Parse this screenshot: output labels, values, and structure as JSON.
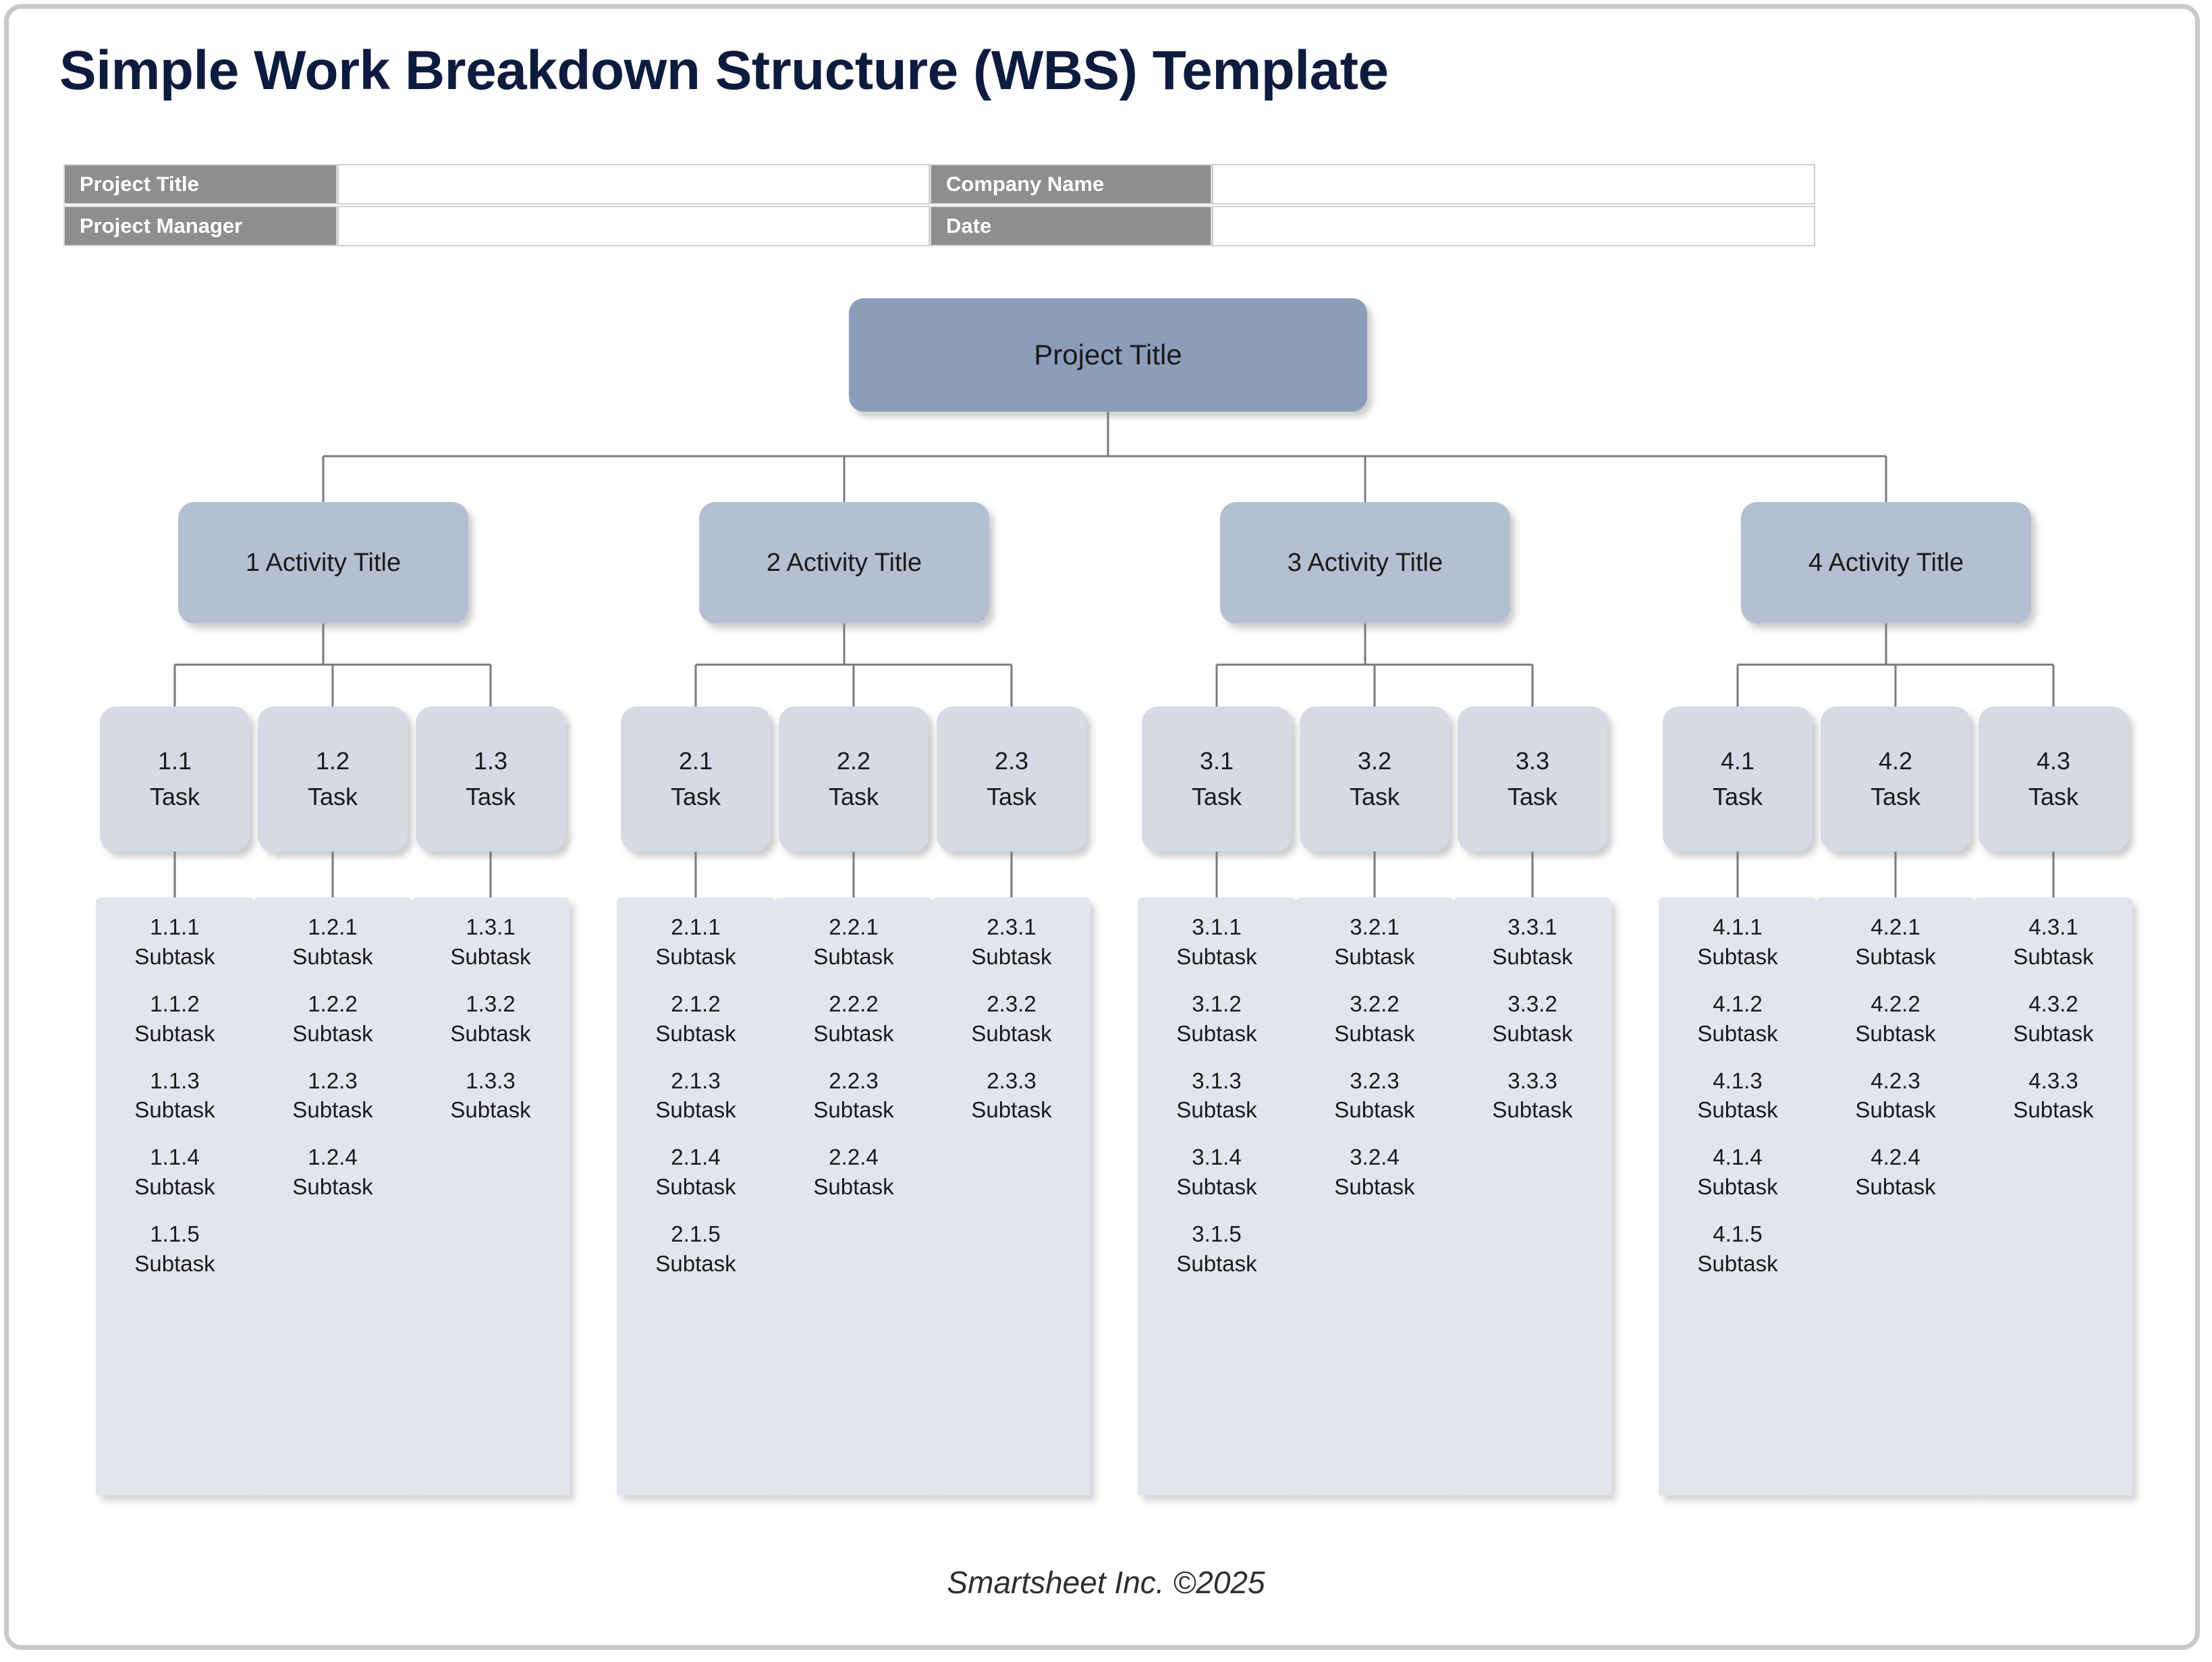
{
  "page": {
    "title": "Simple Work Breakdown Structure (WBS) Template",
    "footer": "Smartsheet Inc. ©2025",
    "colors": {
      "title_navy": "#0d1b3e",
      "header_label_gray": "#8e8e8e",
      "root_node_blue": "#8c9dba",
      "activity_node_blue": "#b5bfd2",
      "task_node_blue": "#d5dae5",
      "subtask_col_blue": "#e2e5ed",
      "connector_gray": "#7a7a7a",
      "frame_gray": "#c9c9c9"
    }
  },
  "info_table": {
    "rows": [
      {
        "label_left": "Project Title",
        "value_left": "",
        "label_right": "Company Name",
        "value_right": ""
      },
      {
        "label_left": "Project Manager",
        "value_left": "",
        "label_right": "Date",
        "value_right": ""
      }
    ]
  },
  "wbs": {
    "root": {
      "label": "Project Title"
    },
    "activities": [
      {
        "label": "1 Activity Title",
        "tasks": [
          {
            "number": "1.1",
            "label": "Task",
            "subtasks": [
              {
                "number": "1.1.1",
                "label": "Subtask"
              },
              {
                "number": "1.1.2",
                "label": "Subtask"
              },
              {
                "number": "1.1.3",
                "label": "Subtask"
              },
              {
                "number": "1.1.4",
                "label": "Subtask"
              },
              {
                "number": "1.1.5",
                "label": "Subtask"
              }
            ]
          },
          {
            "number": "1.2",
            "label": "Task",
            "subtasks": [
              {
                "number": "1.2.1",
                "label": "Subtask"
              },
              {
                "number": "1.2.2",
                "label": "Subtask"
              },
              {
                "number": "1.2.3",
                "label": "Subtask"
              },
              {
                "number": "1.2.4",
                "label": "Subtask"
              }
            ]
          },
          {
            "number": "1.3",
            "label": "Task",
            "subtasks": [
              {
                "number": "1.3.1",
                "label": "Subtask"
              },
              {
                "number": "1.3.2",
                "label": "Subtask"
              },
              {
                "number": "1.3.3",
                "label": "Subtask"
              }
            ]
          }
        ]
      },
      {
        "label": "2 Activity Title",
        "tasks": [
          {
            "number": "2.1",
            "label": "Task",
            "subtasks": [
              {
                "number": "2.1.1",
                "label": "Subtask"
              },
              {
                "number": "2.1.2",
                "label": "Subtask"
              },
              {
                "number": "2.1.3",
                "label": "Subtask"
              },
              {
                "number": "2.1.4",
                "label": "Subtask"
              },
              {
                "number": "2.1.5",
                "label": "Subtask"
              }
            ]
          },
          {
            "number": "2.2",
            "label": "Task",
            "subtasks": [
              {
                "number": "2.2.1",
                "label": "Subtask"
              },
              {
                "number": "2.2.2",
                "label": "Subtask"
              },
              {
                "number": "2.2.3",
                "label": "Subtask"
              },
              {
                "number": "2.2.4",
                "label": "Subtask"
              }
            ]
          },
          {
            "number": "2.3",
            "label": "Task",
            "subtasks": [
              {
                "number": "2.3.1",
                "label": "Subtask"
              },
              {
                "number": "2.3.2",
                "label": "Subtask"
              },
              {
                "number": "2.3.3",
                "label": "Subtask"
              }
            ]
          }
        ]
      },
      {
        "label": "3 Activity Title",
        "tasks": [
          {
            "number": "3.1",
            "label": "Task",
            "subtasks": [
              {
                "number": "3.1.1",
                "label": "Subtask"
              },
              {
                "number": "3.1.2",
                "label": "Subtask"
              },
              {
                "number": "3.1.3",
                "label": "Subtask"
              },
              {
                "number": "3.1.4",
                "label": "Subtask"
              },
              {
                "number": "3.1.5",
                "label": "Subtask"
              }
            ]
          },
          {
            "number": "3.2",
            "label": "Task",
            "subtasks": [
              {
                "number": "3.2.1",
                "label": "Subtask"
              },
              {
                "number": "3.2.2",
                "label": "Subtask"
              },
              {
                "number": "3.2.3",
                "label": "Subtask"
              },
              {
                "number": "3.2.4",
                "label": "Subtask"
              }
            ]
          },
          {
            "number": "3.3",
            "label": "Task",
            "subtasks": [
              {
                "number": "3.3.1",
                "label": "Subtask"
              },
              {
                "number": "3.3.2",
                "label": "Subtask"
              },
              {
                "number": "3.3.3",
                "label": "Subtask"
              }
            ]
          }
        ]
      },
      {
        "label": "4 Activity Title",
        "tasks": [
          {
            "number": "4.1",
            "label": "Task",
            "subtasks": [
              {
                "number": "4.1.1",
                "label": "Subtask"
              },
              {
                "number": "4.1.2",
                "label": "Subtask"
              },
              {
                "number": "4.1.3",
                "label": "Subtask"
              },
              {
                "number": "4.1.4",
                "label": "Subtask"
              },
              {
                "number": "4.1.5",
                "label": "Subtask"
              }
            ]
          },
          {
            "number": "4.2",
            "label": "Task",
            "subtasks": [
              {
                "number": "4.2.1",
                "label": "Subtask"
              },
              {
                "number": "4.2.2",
                "label": "Subtask"
              },
              {
                "number": "4.2.3",
                "label": "Subtask"
              },
              {
                "number": "4.2.4",
                "label": "Subtask"
              }
            ]
          },
          {
            "number": "4.3",
            "label": "Task",
            "subtasks": [
              {
                "number": "4.3.1",
                "label": "Subtask"
              },
              {
                "number": "4.3.2",
                "label": "Subtask"
              },
              {
                "number": "4.3.3",
                "label": "Subtask"
              }
            ]
          }
        ]
      }
    ]
  }
}
